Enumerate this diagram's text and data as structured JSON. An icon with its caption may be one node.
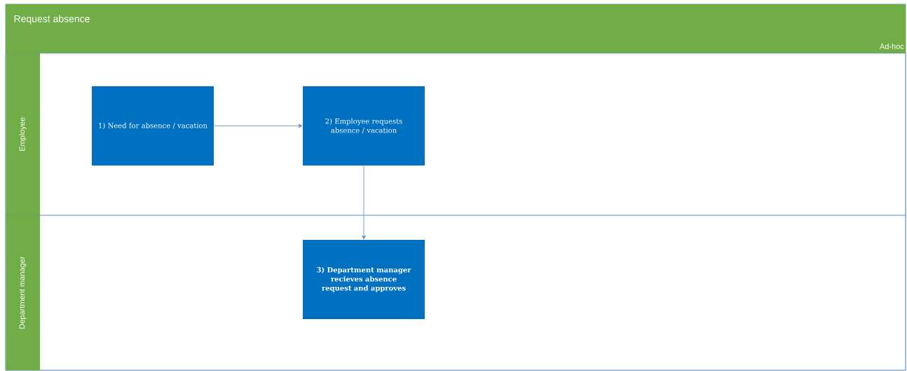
{
  "diagram": {
    "nodes": [
      {
        "text": [
          "Request absence",
          "Ad-hoc"
        ]
      },
      {
        "text": [
          "Employee"
        ],
        "in": 0
      },
      {
        "text": [
          "1) Need for absence / vacation"
        ],
        "in": 1
      },
      {
        "text": [
          "2) Employee requests absence / vacation"
        ],
        "in": 1
      },
      {
        "text": [
          "Department manager"
        ],
        "in": 0
      },
      {
        "text": [
          "3) Department manager recieves absence request and approves"
        ],
        "in": 4
      }
    ],
    "edges": [
      {
        "from": 2,
        "to": 3,
        "arrow": "to"
      },
      {
        "from": 3,
        "to": 5,
        "arrow": "to"
      }
    ]
  }
}
